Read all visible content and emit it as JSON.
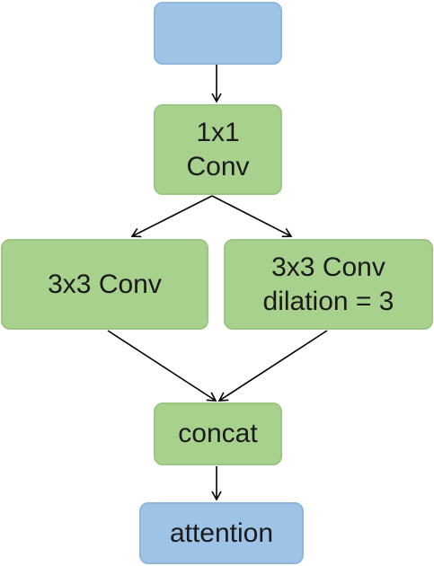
{
  "diagram": {
    "nodes": {
      "input": {
        "lines": []
      },
      "conv1x1": {
        "lines": [
          "1x1",
          "Conv"
        ]
      },
      "conv3x3": {
        "lines": [
          "3x3 Conv"
        ]
      },
      "conv3x3_dilated": {
        "lines": [
          "3x3 Conv",
          "dilation = 3"
        ]
      },
      "concat": {
        "lines": [
          "concat"
        ]
      },
      "attention": {
        "lines": [
          "attention"
        ]
      }
    },
    "edges": [
      {
        "from": "input",
        "to": "conv1x1"
      },
      {
        "from": "conv1x1",
        "to": "conv3x3"
      },
      {
        "from": "conv1x1",
        "to": "conv3x3_dilated"
      },
      {
        "from": "conv3x3",
        "to": "concat"
      },
      {
        "from": "conv3x3_dilated",
        "to": "concat"
      },
      {
        "from": "concat",
        "to": "attention"
      }
    ],
    "colors": {
      "input_output": "#9dc3e6",
      "operation": "#a9d18e",
      "arrow": "#000000"
    }
  }
}
